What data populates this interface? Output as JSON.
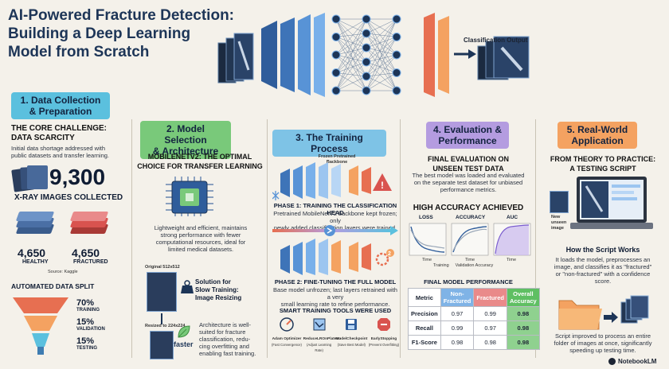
{
  "title": {
    "line1": "AI-Powered Fracture Detection:",
    "line2": "Building a Deep Learning",
    "line3": "Model from Scratch"
  },
  "hero": {
    "output_label": "Classification Output"
  },
  "sections": [
    {
      "label_l1": "1. Data Collection",
      "label_l2": "& Preparation",
      "color": "#5bc0de"
    },
    {
      "label_l1": "2. Model Selection",
      "label_l2": "& Architecture",
      "color": "#79c97a"
    },
    {
      "label": "3. The Training Process",
      "color": "#7ec3e6"
    },
    {
      "label_l1": "4. Evaluation &",
      "label_l2": "Performance",
      "color": "#b49ce0"
    },
    {
      "label_l1": "5. Real-World",
      "label_l2": "Application",
      "color": "#f4a261"
    }
  ],
  "s1": {
    "challenge_l1": "THE CORE CHALLENGE:",
    "challenge_l2": "DATA SCARCITY",
    "challenge_text_l1": "Initial data shortage addressed with",
    "challenge_text_l2": "public datasets and transfer learning.",
    "count": "9,300",
    "count_label": "X-RAY IMAGES COLLECTED",
    "healthy_count": "4,650",
    "healthy_label": "HEALTHY",
    "fractured_count": "4,650",
    "fractured_label": "FRACTURED",
    "source": "Source: Kaggle",
    "split_title": "AUTOMATED DATA SPLIT",
    "split": [
      {
        "pct": "70%",
        "label": "TRAINING"
      },
      {
        "pct": "15%",
        "label": "VALIDATION"
      },
      {
        "pct": "15%",
        "label": "TESTING"
      }
    ]
  },
  "s2": {
    "heading_l1": "MOBILENETV2: THE OPTIMAL",
    "heading_l2": "CHOICE FOR TRANSFER LEARNING",
    "text_l1": "Lightweight and efficient, maintains",
    "text_l2": "strong performance with fewer",
    "text_l3": "computational resources, ideal for",
    "text_l4": "limited medical datasets.",
    "original_label": "Original 512x512",
    "resized_label": "Resized to 224x224",
    "solution_l1": "Solution for",
    "solution_l2": "Slow Training:",
    "solution_l3": "Image Resizing",
    "faster": "faster",
    "arch_l1": "Architecture is well-",
    "arch_l2": "suited for fracture",
    "arch_l3": "classification, redu-",
    "arch_l4": "cing overfitting and",
    "arch_l5": "enabling fast training."
  },
  "s3": {
    "frozen_l1": "Frozen Pretrained",
    "frozen_l2": "Backbone",
    "phase1_title": "PHASE 1: TRAINING THE CLASSIFICATION HEAD",
    "phase1_l1": "Pretrained MobileNetV2 backbone kept frozen; only",
    "phase1_l2": "newly added classification layers were trained.",
    "phase2_title": "PHASE 2: FINE-TUNING THE FULL MODEL",
    "phase2_l1": "Base model unfrozen; last layers retrained with a very",
    "phase2_l2": "small learning rate to refine performance.",
    "tools_title": "SMART TRAINING TOOLS WERE USED",
    "tools": [
      {
        "name": "Adam Optimizer",
        "sub": "(Fast Convergence)"
      },
      {
        "name": "ReduceLROnPlateau",
        "sub": "(Adjust Learning Rate)"
      },
      {
        "name": "ModelCheckpoint",
        "sub": "(Save Best Model)"
      },
      {
        "name": "EarlyStopping",
        "sub": "(Prevent Overfitting)"
      }
    ]
  },
  "s4": {
    "final_l1": "FINAL EVALUATION ON",
    "final_l2": "UNSEEN TEST DATA",
    "final_text_l1": "The best model was loaded and evaluated",
    "final_text_l2": "on the separate test dataset for unbiased",
    "final_text_l3": "performance metrics.",
    "high_acc": "HIGH ACCURACY ACHIEVED",
    "charts": [
      {
        "title": "LOSS",
        "xlabel": "Time"
      },
      {
        "title": "ACCURACY",
        "xlabel": "Time"
      },
      {
        "title": "AUC",
        "xlabel": "Time"
      }
    ],
    "legend_training": "Training",
    "legend_validation": "Validation Accuracy",
    "perf_title": "FINAL MODEL PERFORMANCE",
    "table": {
      "headers": [
        "Metric",
        "Non-Fractured",
        "Fractured",
        "Overall Accuracy"
      ],
      "rows": [
        [
          "Precision",
          "0.97",
          "0.99",
          "0.98"
        ],
        [
          "Recall",
          "0.99",
          "0.97",
          "0.98"
        ],
        [
          "F1-Score",
          "0.98",
          "0.98",
          "0.98"
        ]
      ]
    }
  },
  "s5": {
    "heading_l1": "FROM THEORY TO PRACTICE:",
    "heading_l2": "A TESTING SCRIPT",
    "new_l1": "New",
    "new_l2": "unseen",
    "new_l3": "image",
    "how_title": "How the Script Works",
    "how_l1": "It loads the model, preprocesses an",
    "how_l2": "image, and classifies it as \"fractured\"",
    "how_l3": "or \"non-fractured\" with a confidence",
    "how_l4": "score.",
    "folder_l1": "Script improved to process an entire",
    "folder_l2": "folder of images at once, significantly",
    "folder_l3": "speeding up testing time."
  },
  "footer": {
    "brand": "NotebookLM"
  },
  "colors": {
    "navy": "#1d3557",
    "healthy": "#4a6fa5",
    "fractured": "#d9534f",
    "green_cell": "#8fd18f",
    "blue_cell": "#7fb3e6",
    "red_cell": "#e98a8a"
  }
}
